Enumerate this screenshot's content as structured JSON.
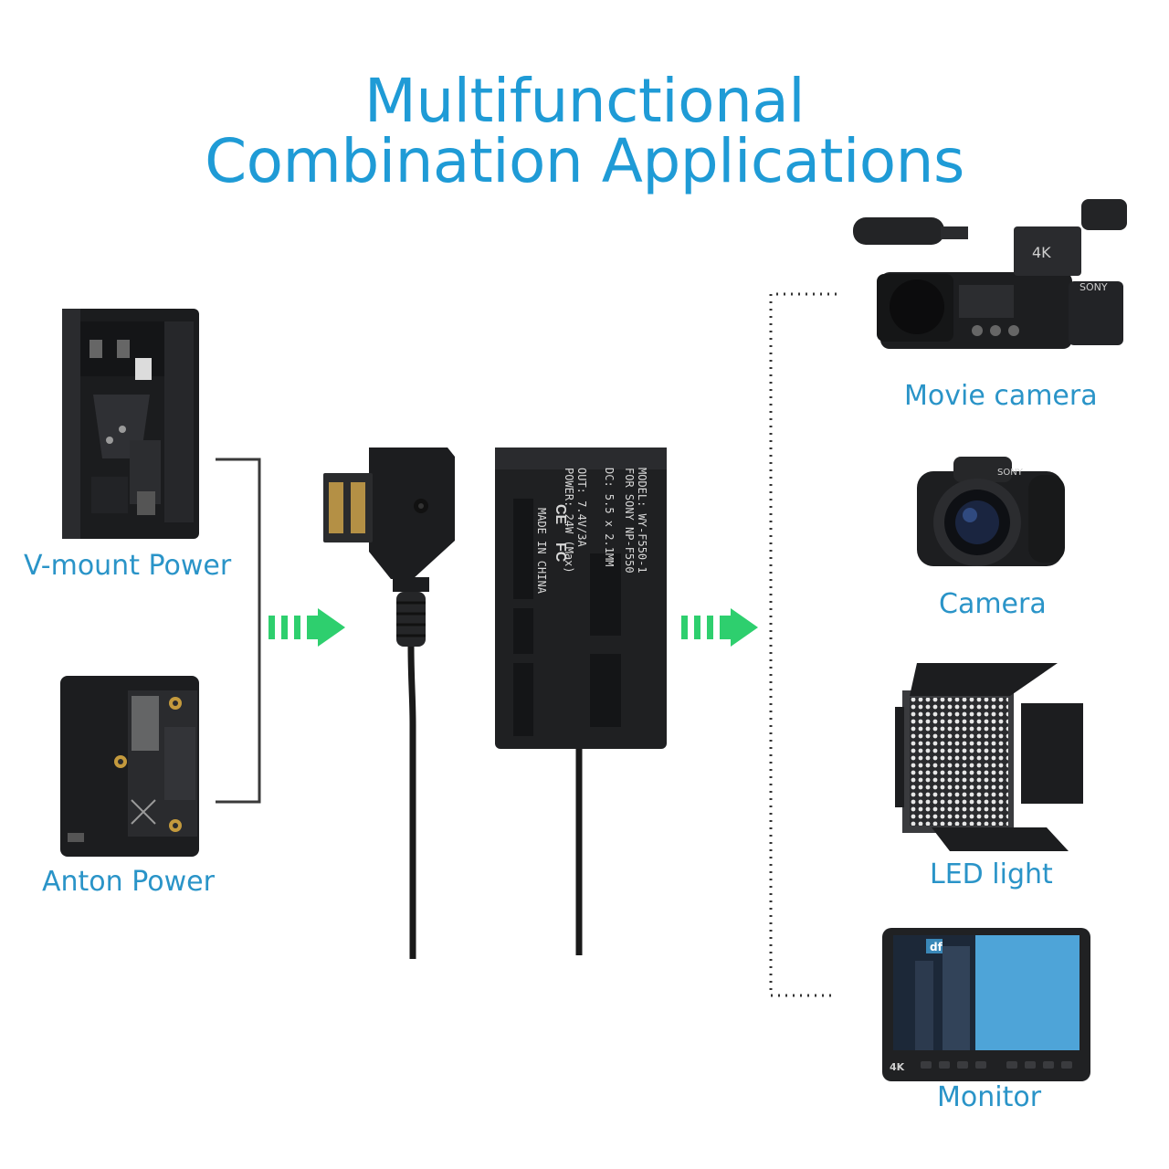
{
  "title": {
    "line1": "Multifunctional",
    "line2": "Combination Applications"
  },
  "sources": [
    {
      "label": "V-mount Power",
      "icon": "v-mount-battery-icon"
    },
    {
      "label": "Anton Power",
      "icon": "anton-battery-icon"
    }
  ],
  "adapter": {
    "connector_icon": "d-tap-plug-icon",
    "dummy_battery_text": [
      "MODEL: WY-F550-1",
      "FOR SONY NP-F550",
      "DC: 5.5 x 2.1MM",
      "OUT: 7.4V/3A",
      "POWER: 24W (Max)",
      "MADE IN CHINA"
    ],
    "cert_marks": [
      "CE",
      "FC"
    ]
  },
  "devices": [
    {
      "label": "Movie camera",
      "icon": "camcorder-icon",
      "brand": "SONY",
      "badge": "4K"
    },
    {
      "label": "Camera",
      "icon": "camera-icon",
      "brand": "SONY"
    },
    {
      "label": "LED light",
      "icon": "led-panel-icon"
    },
    {
      "label": "Monitor",
      "icon": "monitor-icon",
      "badge": "4K",
      "logo": "df"
    }
  ],
  "colors": {
    "title": "#1f9bd6",
    "label": "#2a94c8",
    "arrow": "#2ecf6e",
    "device_body": "#1d1e20"
  }
}
